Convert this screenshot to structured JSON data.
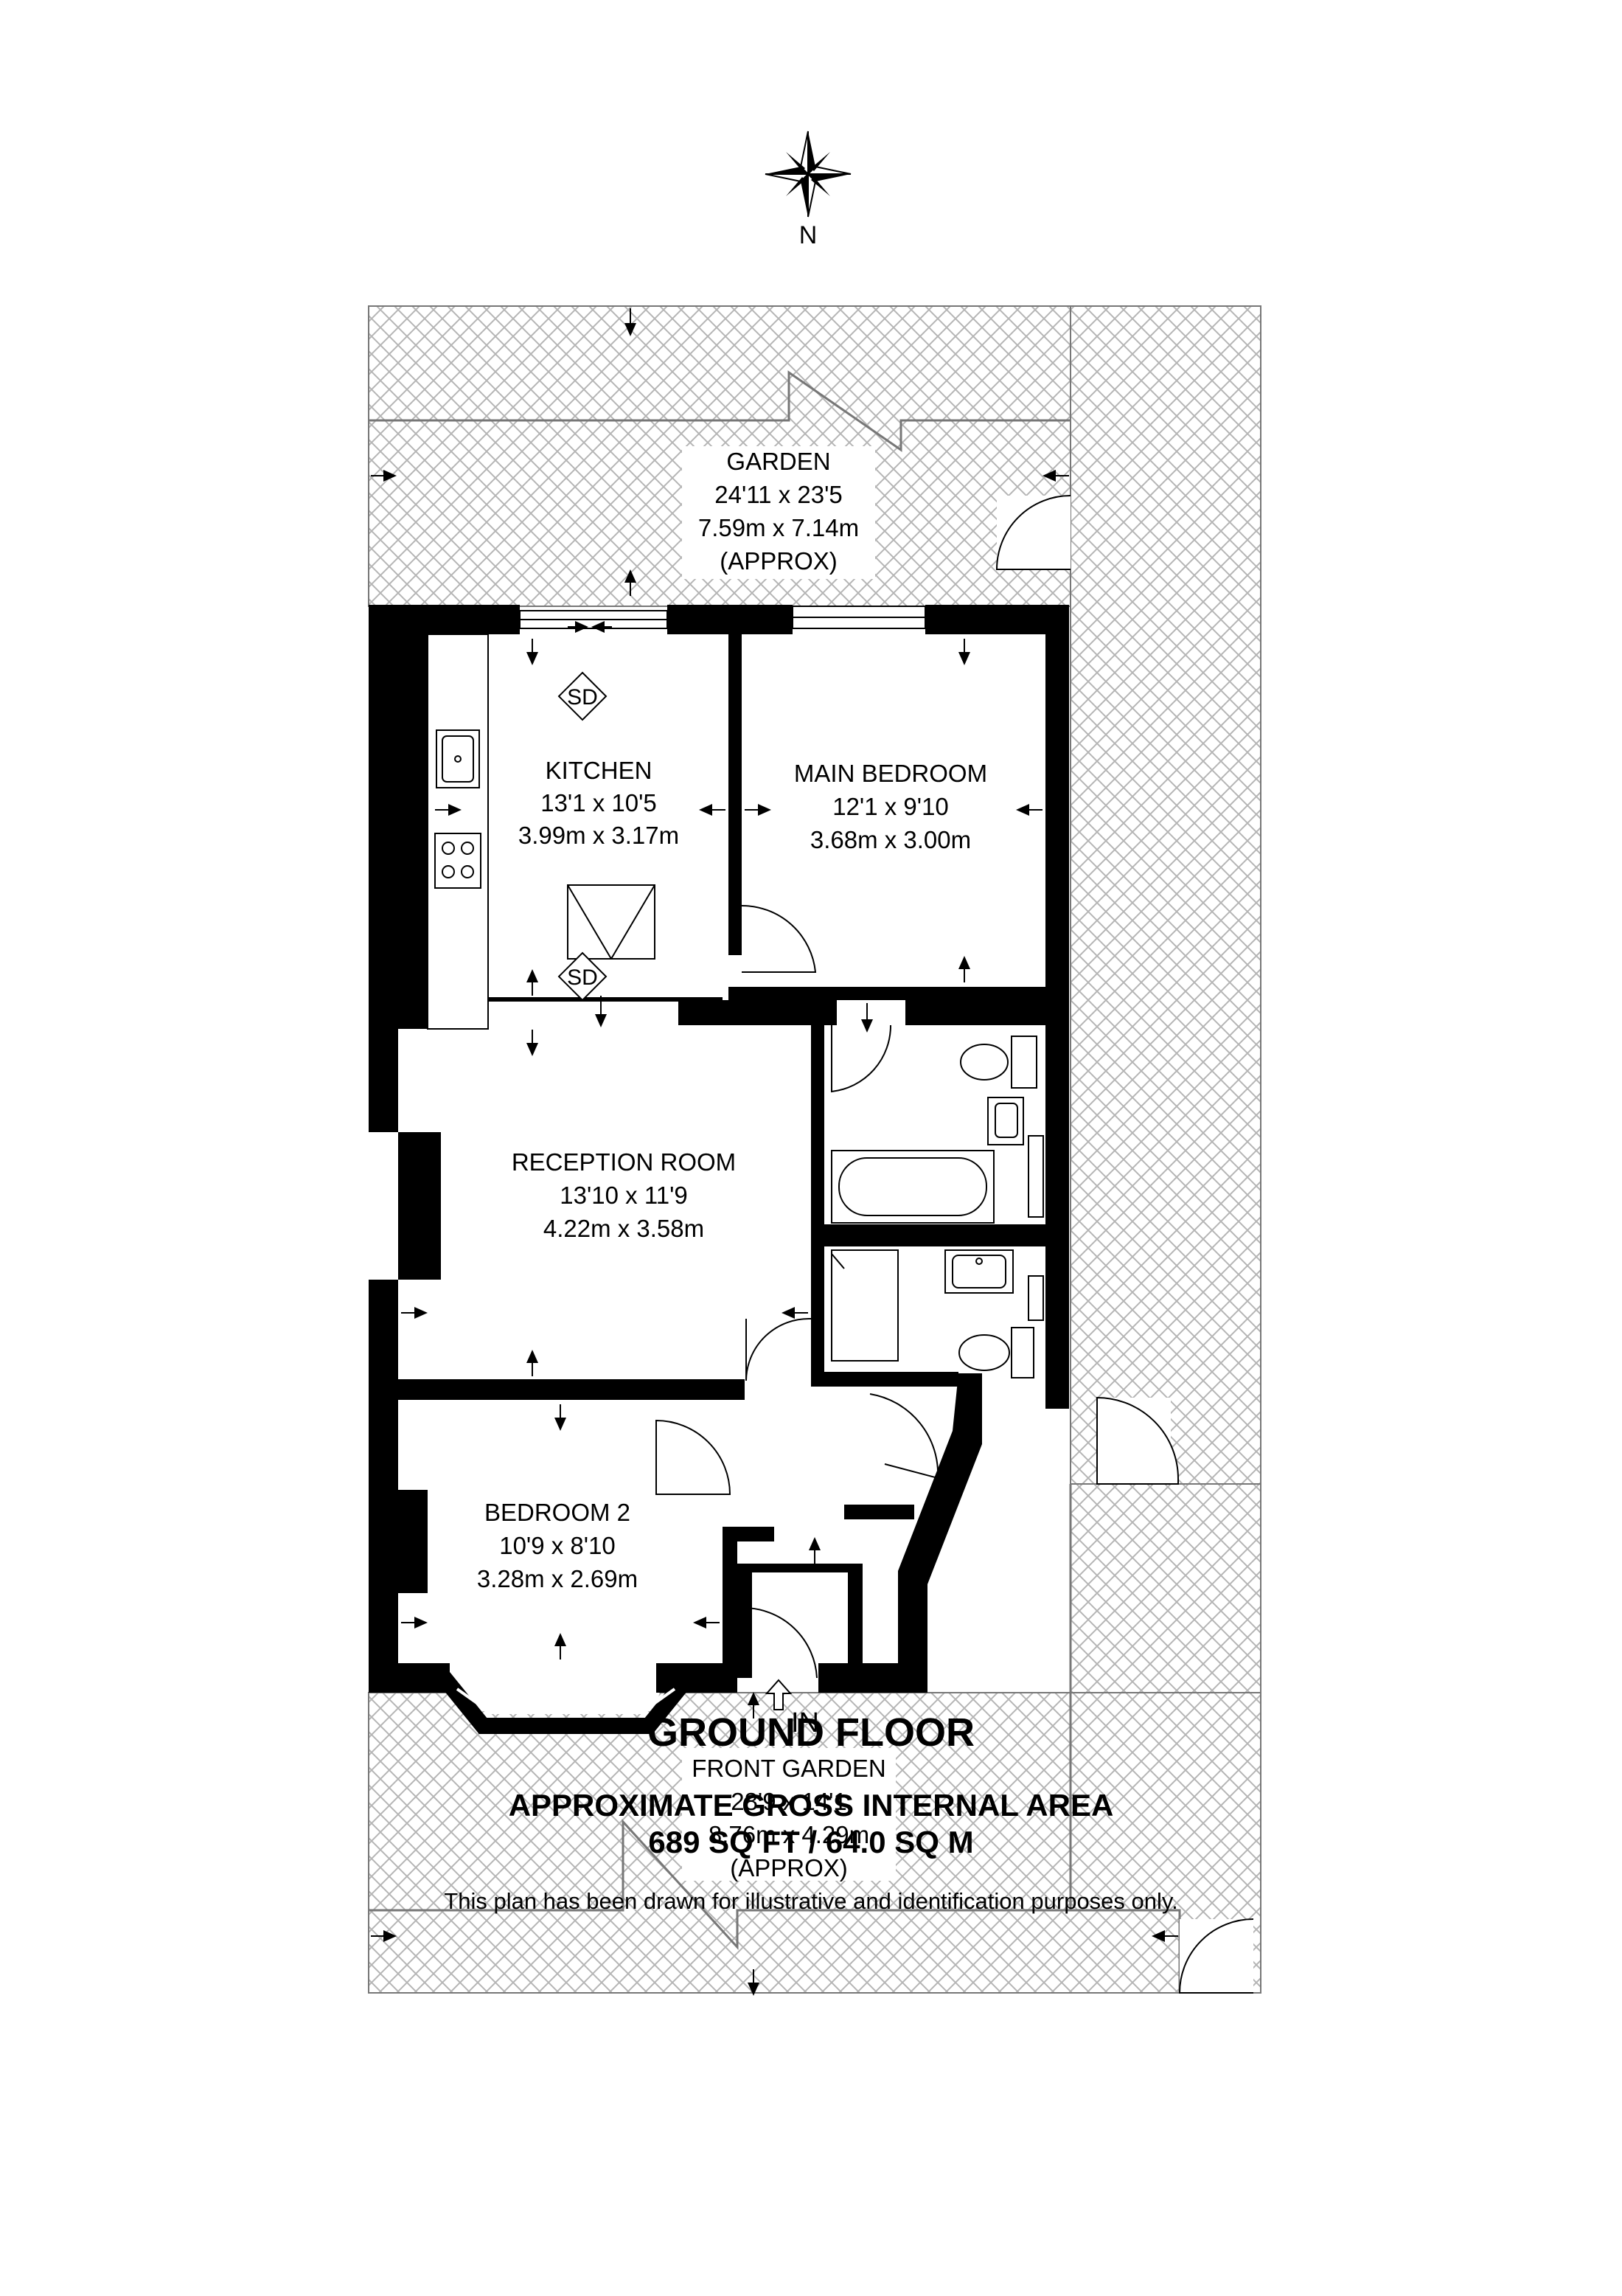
{
  "compass": {
    "label": "N",
    "icon": "compass-rose-icon"
  },
  "rooms": {
    "garden": {
      "name": "GARDEN",
      "imperial": "24'11 x 23'5",
      "metric": "7.59m x 7.14m",
      "note": "(APPROX)"
    },
    "kitchen": {
      "name": "KITCHEN",
      "imperial": "13'1 x 10'5",
      "metric": "3.99m x 3.17m"
    },
    "main_bedroom": {
      "name": "MAIN BEDROOM",
      "imperial": "12'1 x 9'10",
      "metric": "3.68m x 3.00m"
    },
    "reception_room": {
      "name": "RECEPTION ROOM",
      "imperial": "13'10 x 11'9",
      "metric": "4.22m x 3.58m"
    },
    "bedroom_2": {
      "name": "BEDROOM 2",
      "imperial": "10'9 x 8'10",
      "metric": "3.28m x 2.69m"
    },
    "front_garden": {
      "name": "FRONT GARDEN",
      "imperial": "28'9 x 14'1",
      "metric": "8.76m x 4.29m",
      "note": "(APPROX)"
    }
  },
  "symbols": {
    "smoke_detector": "SD",
    "entrance": "IN"
  },
  "floor_title": "GROUND FLOOR",
  "area": {
    "heading": "APPROXIMATE GROSS INTERNAL AREA",
    "value": "689 SQ FT / 64.0 SQ M"
  },
  "disclaimer": "This plan has been drawn for illustrative and identification purposes only.",
  "colors": {
    "wall": "#000000",
    "hatch": "#b5b5b5",
    "background": "#ffffff"
  }
}
